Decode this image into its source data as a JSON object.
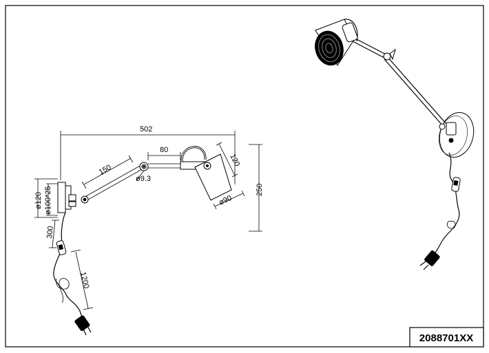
{
  "product_code": "2088701XX",
  "dimensions": {
    "overall_width": "502",
    "arm_length": "150",
    "head_offset": "80",
    "shade_length": "120",
    "shade_diameter": "ø90",
    "height": "250",
    "base_diameter": "ø120",
    "base_plate": "ø100*25",
    "pivot_diameter": "ø9.3",
    "switch_distance": "300",
    "cable_length": "1200"
  }
}
